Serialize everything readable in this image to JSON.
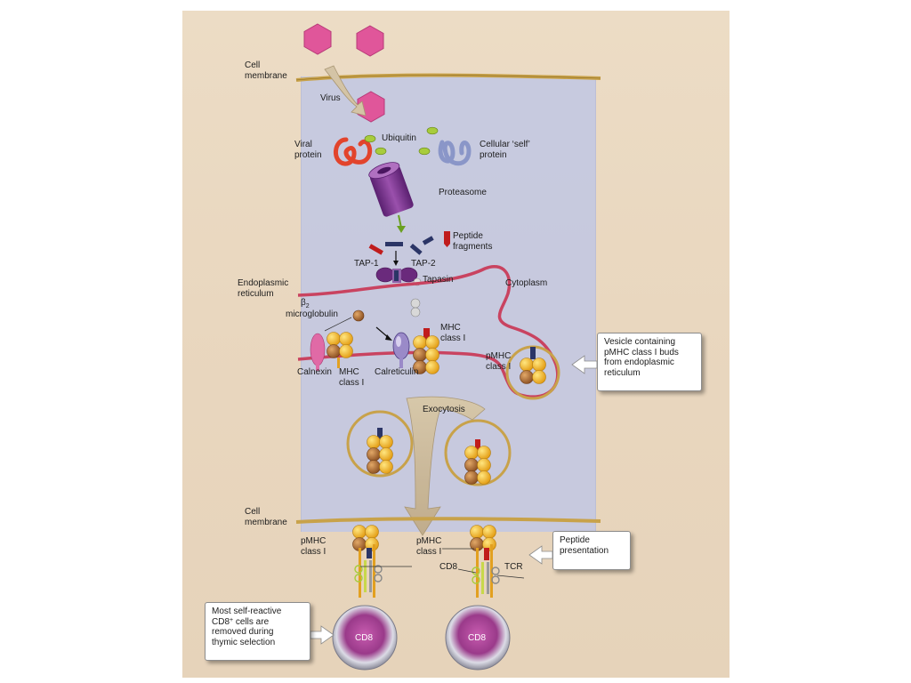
{
  "labels": {
    "cell_membrane_top": "Cell\nmembrane",
    "virus": "Virus",
    "ubiquitin": "Ubiquitin",
    "viral_protein": "Viral\nprotein",
    "cellular_self_protein": "Cellular ‘self’\nprotein",
    "proteasome": "Proteasome",
    "peptide_fragments": "Peptide\nfragments",
    "tap1": "TAP-1",
    "tap2": "TAP-2",
    "tapasin": "Tapasin",
    "cytoplasm": "Cytoplasm",
    "endoplasmic_reticulum": "Endoplasmic\nreticulum",
    "beta2": "β",
    "beta2_sub": "2",
    "microglobulin": "microglobulin",
    "mhc_class_i_er": "MHC\nclass I",
    "calnexin": "Calnexin",
    "mhc_class_i_left": "MHC\nclass I",
    "calreticulin": "Calreticulin",
    "pmhc_class_i_vesicle": "pMHC\nclass I",
    "exocytosis": "Exocytosis",
    "cell_membrane_bottom": "Cell\nmembrane",
    "pmhc_class_i_left": "pMHC\nclass I",
    "pmhc_class_i_right": "pMHC\nclass I",
    "cd8_label": "CD8",
    "tcr": "TCR",
    "cd8_cell_left": "CD8",
    "cd8_cell_right": "CD8"
  },
  "callouts": {
    "vesicle": "Vesicle containing\npMHC class I buds\nfrom endoplasmic\nreticulum",
    "peptide_presentation": "Peptide\npresentation",
    "self_reactive_pre": "Most self-reactive\nCD8",
    "self_reactive_sup": "+",
    "self_reactive_post": " cells are\nremoved during\nthymic selection"
  },
  "colors": {
    "virus": "#e0569a",
    "membrane": "#c8a24a",
    "er": "#c94360",
    "mhc_gold": "#f0b81e",
    "mhc_brown": "#b8743a",
    "peptide_red": "#c01c1c",
    "peptide_blue": "#2b3566",
    "proteasome": "#7a3a8c",
    "ubiquitin": "#a8cc3c",
    "viral_protein": "#e2442c",
    "self_protein": "#8a96c8",
    "cd8_cell": "#b04a9c"
  }
}
